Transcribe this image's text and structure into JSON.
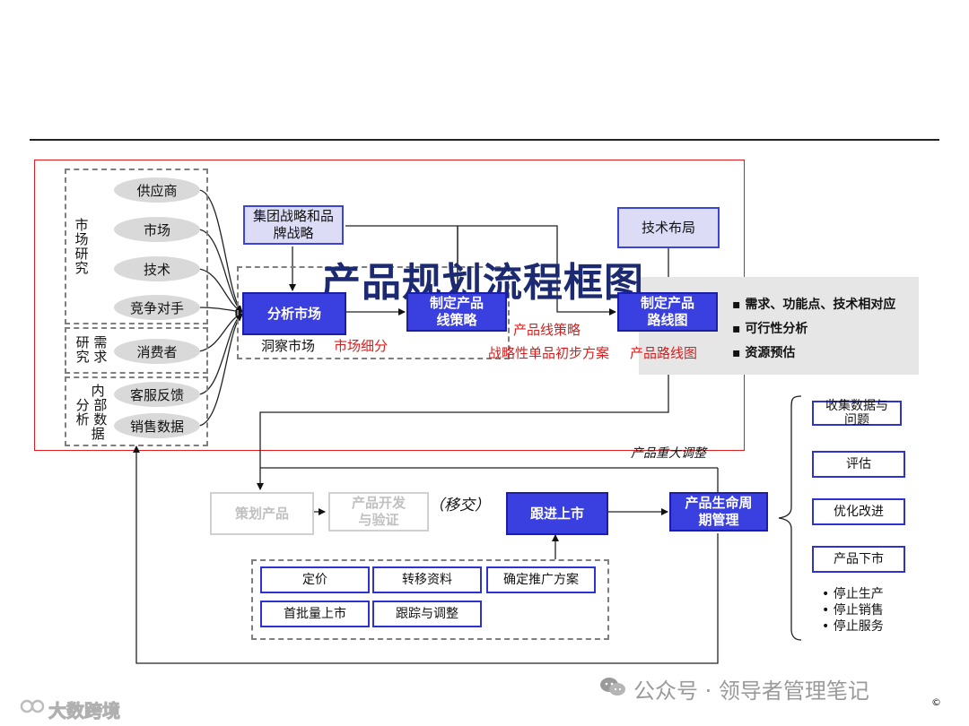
{
  "title": "产品规划流程框图",
  "market_research": {
    "label": "市场研究",
    "items": [
      "供应商",
      "市场",
      "技术",
      "竞争对手"
    ]
  },
  "demand_research": {
    "label": "需求研究",
    "items": [
      "消费者"
    ]
  },
  "internal_analysis": {
    "label": "内部分析数据",
    "items": [
      "客服反馈",
      "销售数据"
    ]
  },
  "group_strategy": "集团战略和品牌战略",
  "tech_layout": "技术布局",
  "analyze_market": "分析市场",
  "line_strategy": "制定产品线策略",
  "roadmap": "制定产品路线图",
  "insight_market": "洞察市场",
  "outputs": {
    "segment": "市场细分",
    "line_strategy": "产品线策略",
    "single_plan": "战略性单品初步方案",
    "roadmap": "产品路线图"
  },
  "roadmap_bullets": [
    "需求、功能点、技术相对应",
    "可行性分析",
    "资源预估"
  ],
  "major_adjust": "产品重大调整",
  "plan_product": "策划产品",
  "develop_verify": "产品开发与验证",
  "handover": "（移交）",
  "follow_launch": "跟进上市",
  "lifecycle": "产品生命周期管理",
  "launch_tasks": [
    "定价",
    "转移资料",
    "确定推广方案",
    "首批量上市",
    "跟踪与调整"
  ],
  "lifecycle_items": [
    "收集数据与问题",
    "评估",
    "优化改进",
    "产品下市"
  ],
  "retire_bullets": [
    "停止生产",
    "停止销售",
    "停止服务"
  ],
  "watermark": "公众号 · 领导者管理笔记",
  "corner_logo": "大数跨境",
  "copyright": "©"
}
